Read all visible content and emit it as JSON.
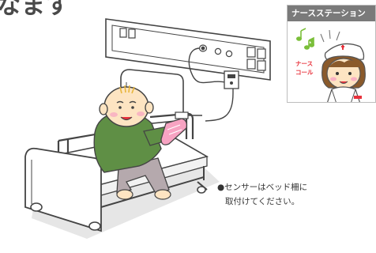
{
  "heading_fragment": "なます",
  "nurse_station": {
    "title": "ナースステーション",
    "call_label_line1": "ナース",
    "call_label_line2": "コール"
  },
  "sensor_note": {
    "line1": "●センサーはベッド柵に",
    "line2": "取付けてください。"
  },
  "colors": {
    "panel_header": "#7a7a7a",
    "music_note": "#7bbf3a",
    "call_text": "#e8323c",
    "patient_shirt": "#5f8f45",
    "pants": "#b5a9ad",
    "skin": "#fde4c2",
    "floor_shadow": "#e6e6e6",
    "sensor_pink": "#f7a3c2"
  }
}
